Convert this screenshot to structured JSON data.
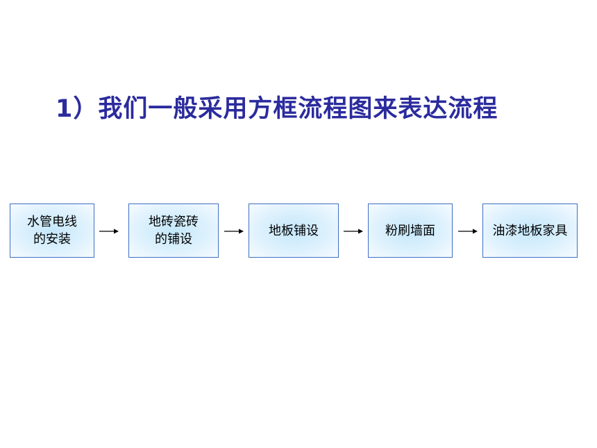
{
  "title": "1）我们一般采用方框流程图来表达流程",
  "flow": {
    "steps": [
      {
        "label": "水管电线\n的安装"
      },
      {
        "label": "地砖瓷砖\n的铺设"
      },
      {
        "label": "地板铺设"
      },
      {
        "label": "粉刷墙面"
      },
      {
        "label": "油漆地板家具"
      }
    ]
  },
  "colors": {
    "title": "#2b2b9e",
    "box_border": "#3d6fc4",
    "box_fill_center": "#c5e7fb",
    "arrow": "#000000"
  },
  "icons": [
    "right-arrow-icon"
  ]
}
